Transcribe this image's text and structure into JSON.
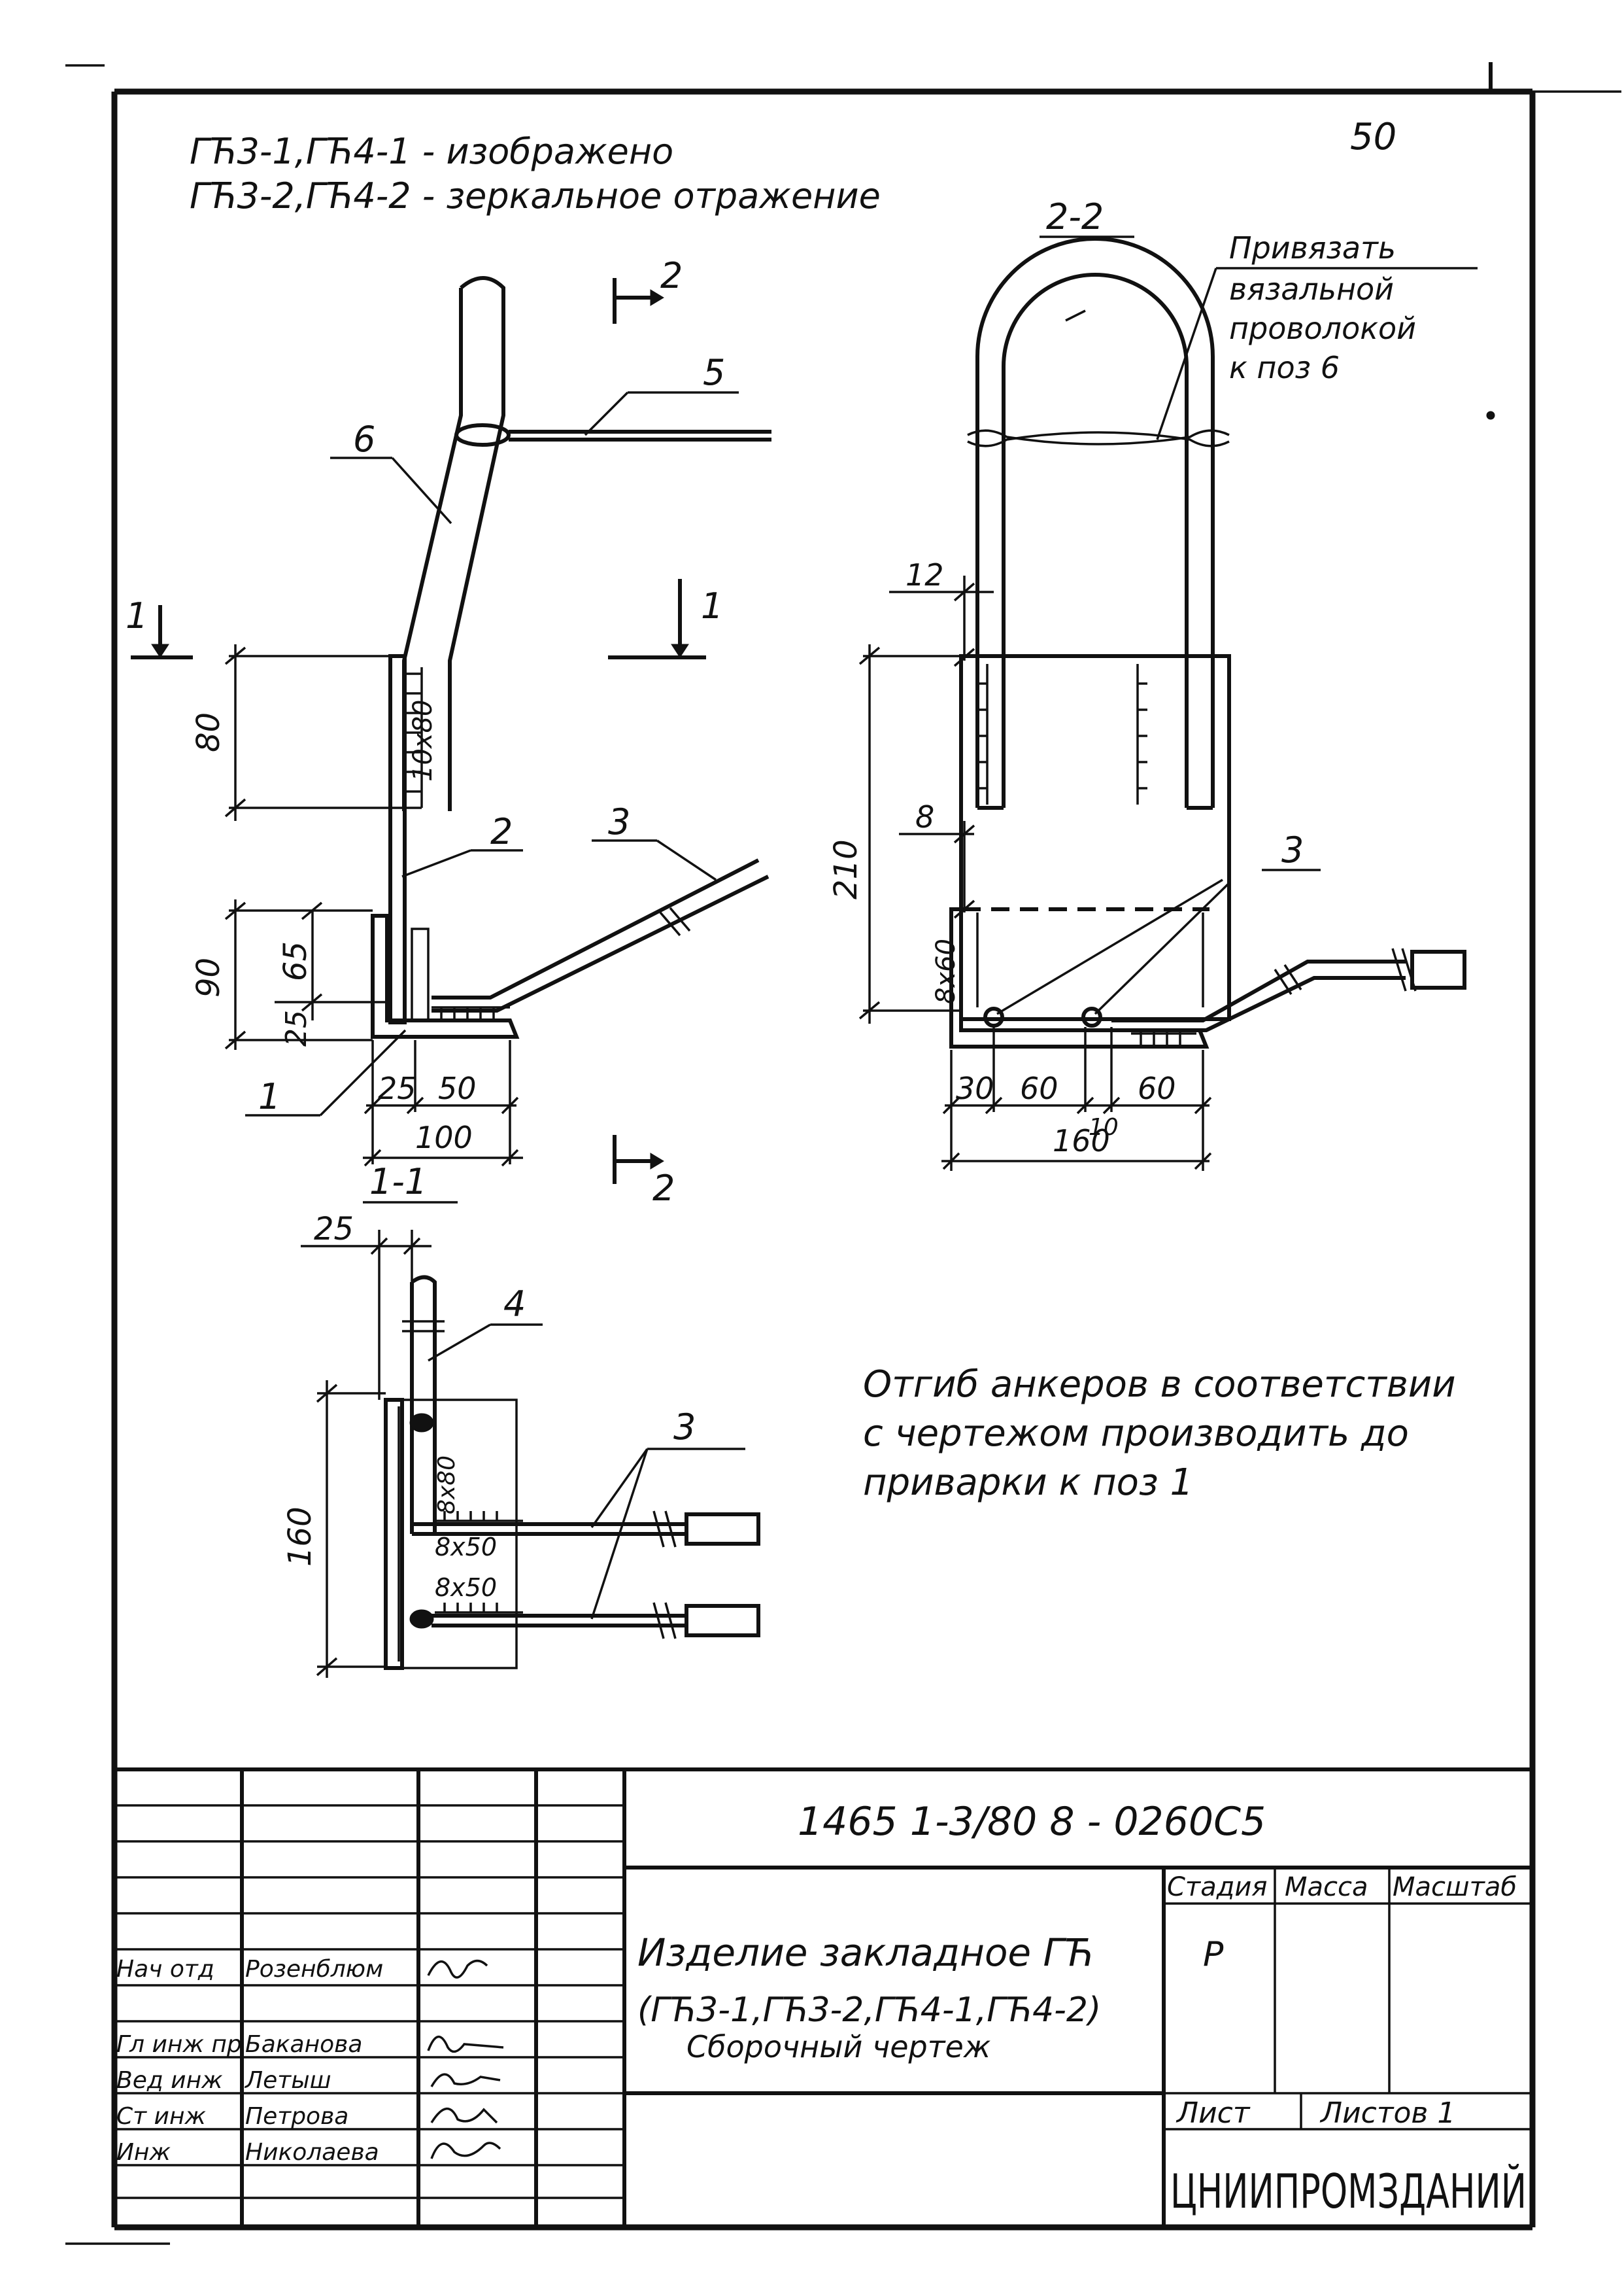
{
  "sheet_number": "50",
  "notes": {
    "shown": "ГЋ3-1,ГЋ4-1 - изображено",
    "mirror": "ГЋ3-2,ГЋ4-2 - зеркальное   отражение",
    "bending": [
      "Отгиб  анкеров  в соответствии",
      "с  чертежом  производить  до",
      "приварки  к  поз 1"
    ],
    "tie": [
      "Привязать",
      "вязальной",
      "проволокой",
      "к поз 6"
    ]
  },
  "section_labels": {
    "s22_title": "2-2",
    "s11_title": "1-1",
    "cut1_left": "1",
    "cut1_right": "1",
    "cut2_top": "2",
    "cut2_bottom": "2"
  },
  "positions": {
    "p1": "1",
    "p2": "2",
    "p3": "3",
    "p4": "4",
    "p5": "5",
    "p6": "6"
  },
  "dimensions": {
    "front": {
      "d80": "80",
      "d90": "90",
      "d65": "65",
      "d25v": "25",
      "d25h": "25",
      "d50": "50",
      "d100": "100",
      "weld": "10x80"
    },
    "section22": {
      "d12": "12",
      "d210": "210",
      "d8": "8",
      "d30": "30",
      "d60a": "60",
      "d10": "10",
      "d60b": "60",
      "d160": "160",
      "weld": "8x60"
    },
    "section11": {
      "d25": "25",
      "d160": "160",
      "weld1": "8x80",
      "weld2": "8x50",
      "weld3": "8x50"
    }
  },
  "title_block": {
    "doc_code": "1465 1-3/80   8 - 0260С5",
    "product_line1": "Изделие закладное ГЋ",
    "product_line2": "(ГЋ3-1,ГЋ3-2,ГЋ4-1,ГЋ4-2)",
    "drawing_type": "Сборочный  чертеж",
    "headers": {
      "stage": "Стадия",
      "mass": "Масса",
      "scale": "Масштаб"
    },
    "stage_value": "Р",
    "sheet_label": "Лист",
    "sheets_label": "Листов 1",
    "organization": "ЦНИИПРОМЗДАНИЙ",
    "signers": [
      {
        "role": "Нач отд",
        "name": "Розенблюм"
      },
      {
        "role": "Гл инж пр",
        "name": "Баканова"
      },
      {
        "role": "Вед инж",
        "name": "Летыш"
      },
      {
        "role": "Ст инж",
        "name": "Петрова"
      },
      {
        "role": "Инж",
        "name": "Николаева"
      }
    ]
  }
}
